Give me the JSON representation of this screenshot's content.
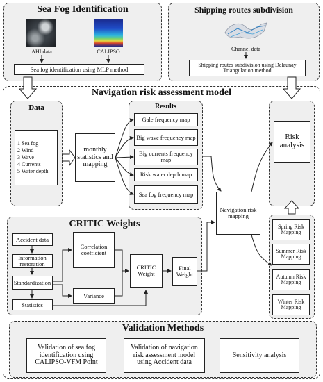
{
  "sea_fog": {
    "title": "Sea Fog Identification",
    "ahi_label": "AHI data",
    "calipso_label": "CALIPSO",
    "method_box": "Sea fog identification using MLP method"
  },
  "shipping": {
    "title": "Shipping routes subdivision",
    "channel_label": "Channel data",
    "method_box": "Shipping routes subdivision using Delaunay Triangulation method"
  },
  "nav_model": {
    "title": "Navigation risk assessment model",
    "data_title": "Data",
    "data_items": [
      "1 Sea fog",
      "2 Wind",
      "3 Wave",
      "4 Currents",
      "5 Water depth"
    ],
    "monthly_box": "monthly statistics and mapping",
    "results_title": "Results",
    "results": [
      "Gale frequency map",
      "Big wave frequency map",
      "Big currents frequency map",
      "Risk water depth map",
      "Sea fog frequency map"
    ],
    "nav_mapping": "Navigation risk mapping",
    "risk_analysis": "Risk analysis",
    "seasons": [
      "Spring Risk Mapping",
      "Summer Risk Mapping",
      "Autumn Risk Mapping",
      "Winter Risk Mapping"
    ]
  },
  "critic": {
    "title": "CRITIC Weights",
    "steps": [
      "Accident data",
      "Information restoration",
      "Standardization",
      "Statistics"
    ],
    "correlation": "Correlation coefficient",
    "variance": "Variance",
    "critic_weight": "CRITIC Weight",
    "final_weight": "Final Weight"
  },
  "validation": {
    "title": "Validation Methods",
    "items": [
      "Validation of sea fog identification using CALIPSO-VFM Point",
      "Validation of navigation risk assessment model using Accident data",
      "Sensitivity analysis"
    ]
  }
}
